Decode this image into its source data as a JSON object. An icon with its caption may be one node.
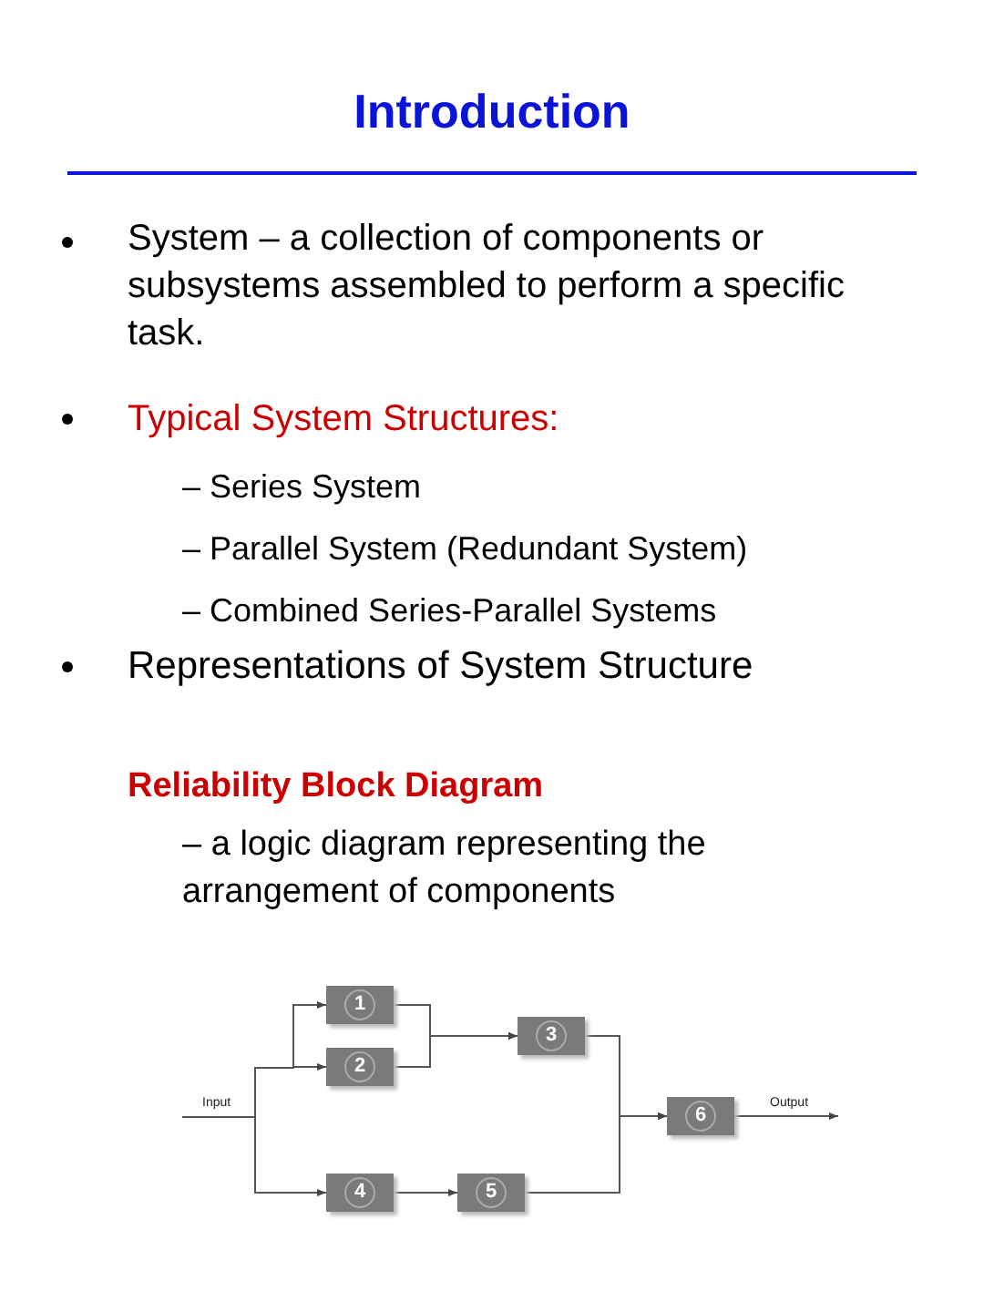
{
  "diagram": {
    "title": "Introduction",
    "nodes": [
      {
        "text": [
          "1"
        ]
      },
      {
        "text": [
          "2"
        ]
      },
      {
        "text": [
          "3"
        ]
      },
      {
        "text": [
          "4"
        ]
      },
      {
        "text": [
          "5"
        ]
      },
      {
        "text": [
          "6"
        ]
      }
    ],
    "edges": [
      {
        "from": null,
        "to": 0,
        "arrow": "to"
      },
      {
        "from": null,
        "to": 1,
        "arrow": "to"
      },
      {
        "from": null,
        "to": 3,
        "arrow": "to",
        "label": "Input"
      },
      {
        "from": 0,
        "to": 2,
        "arrow": "to"
      },
      {
        "from": 1,
        "to": 2,
        "arrow": "to"
      },
      {
        "from": 3,
        "to": 4,
        "arrow": "to"
      },
      {
        "from": 2,
        "to": 5,
        "arrow": "to"
      },
      {
        "from": 4,
        "to": 5,
        "arrow": "to"
      },
      {
        "from": 5,
        "to": null,
        "arrow": "to",
        "label": "Output"
      }
    ],
    "labels": [
      "System – a collection of components or subsystems assembled to perform a specific task.",
      "Typical System Structures:",
      "– Series System",
      "– Parallel System (Redundant System)",
      "– Combined Series-Parallel Systems",
      "Representations of System Structure",
      "Reliability Block Diagram",
      "– a logic diagram representing the arrangement of components"
    ]
  }
}
